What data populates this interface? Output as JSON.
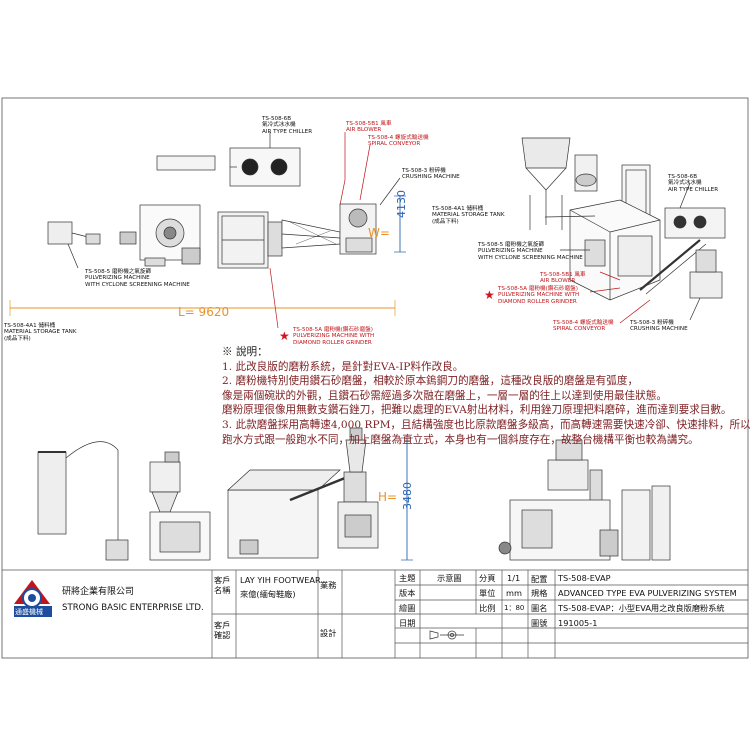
{
  "top_plan": {
    "air_chiller": {
      "code": "TS-508-6B",
      "name_zh": "氣冷式冰水機",
      "name_en": "AIR TYPE CHILLER"
    },
    "air_blower": {
      "code": "TS-508-5B1 風車",
      "name_en": "AIR BLOWER"
    },
    "spiral_conveyor": {
      "code": "TS-508-4 螺旋式輸送機",
      "name_en": "SPIRAL CONVEYOR"
    },
    "crushing_machine": {
      "code": "TS-508-3 粉碎機",
      "name_en": "CRUSHING MACHINE"
    },
    "pulverizing": {
      "code": "TS-508-5 磨粉機之氣旋篩",
      "name_en1": "PULVERIZING MACHINE",
      "name_en2": "WITH CYCLONE SCREENING MACHINE"
    },
    "storage": {
      "code": "TS-508-4A1 儲料桶",
      "name_en": "MATERIAL STORAGE TANK",
      "note": "(成品下料)"
    },
    "grinder": {
      "code": "TS-508-5A 磨粉機(鑽石砂磨盤)",
      "name_en1": "PULVERIZING MACHINE WITH",
      "name_en2": "DIAMOND ROLLER GRINDER"
    },
    "dim_L": "L= 9620",
    "dim_W": "W=",
    "dim_4130": "4130"
  },
  "iso_view": {
    "air_chiller": {
      "code": "TS-508-6B",
      "name_zh": "氣冷式冰水機",
      "name_en": "AIR TYPE CHILLER"
    },
    "storage": {
      "code": "TS-508-4A1 儲料桶",
      "name_en": "MATERIAL STORAGE TANK",
      "note": "(成品下料)"
    },
    "pulverizing": {
      "code": "TS-508-5 磨粉機之氣旋篩",
      "name_en1": "PULVERIZING MACHINE",
      "name_en2": "WITH CYCLONE SCREENING MACHINE"
    },
    "air_blower": {
      "code": "TS-508-5B1 風車",
      "name_en": "AIR BLOWER"
    },
    "grinder": {
      "code": "TS-508-5A 磨粉機(鑽石砂磨盤)",
      "name_en1": "PULVERIZING MACHINE WITH",
      "name_en2": "DIAMOND ROLLER GRINDER"
    },
    "spiral_conveyor": {
      "code": "TS-508-4 螺旋式輸送機",
      "name_en": "SPIRAL CONVEYOR"
    },
    "crushing_machine": {
      "code": "TS-508-3 粉碎機",
      "name_en": "CRUSHING MACHINE"
    }
  },
  "notes": {
    "title": "※ 說明：",
    "lines": [
      "1. 此改良版的磨粉系統，是針對EVA-IP料作改良。",
      "2. 磨粉機特別使用鑽石砂磨盤，相較於原本鎢鋼刀的磨盤，這種改良版的磨盤是有弧度，",
      "    像是兩個碗狀的外觀，且鑽石砂需經過多次融在磨盤上，一層一層的往上以達到使用最佳狀態。",
      "    磨粉原理很像用無數支鑽石銼刀，把難以處理的EVA射出材料，利用銼刀原理把料磨碎，進而達到要求目數。",
      "3. 此款磨盤採用高轉速4,000 RPM，且結構強度也比原款磨盤多級高，而高轉速需要快速冷卻、快速排料，所以",
      "    跑水方式跟一般跑水不同，加上磨盤為直立式，本身也有一個斜度存在，故整台機構平衡也較為講究。"
    ]
  },
  "side_view": {
    "dim_H": "H=",
    "dim_3480": "3480"
  },
  "title_block": {
    "company_zh": "研將企業有限公司",
    "company_en": "STRONG BASIC ENTERPRISE LTD.",
    "logo_text": "通盛機械",
    "customer_label": "客戶\n名稱",
    "customer_value1": "LAY YIH FOOTWEAR",
    "customer_value2": "來億(緬甸鞋廠)",
    "sales_label": "業務",
    "confirm_label": "客戶\n確認",
    "design_label": "設計",
    "subject_label": "主題",
    "subject_value": "示意圖",
    "scale_label": "分頁",
    "scale_value": "1/1",
    "config_label": "配置\n規格",
    "config_value": "TS-508-EVAP",
    "config_desc": "ADVANCED TYPE EVA PULVERIZING SYSTEM",
    "version_label": "版本",
    "unit_label": "單位",
    "unit_value": "mm",
    "drawing_label": "繪圖",
    "ratio_label": "比例",
    "ratio_value": "1：80",
    "name_label": "圖名",
    "name_value": "TS-508-EVAP：小型EVA用之改良版磨粉系統",
    "date_label": "日期",
    "drawno_label": "圖號",
    "drawno_value": "191005-1"
  }
}
